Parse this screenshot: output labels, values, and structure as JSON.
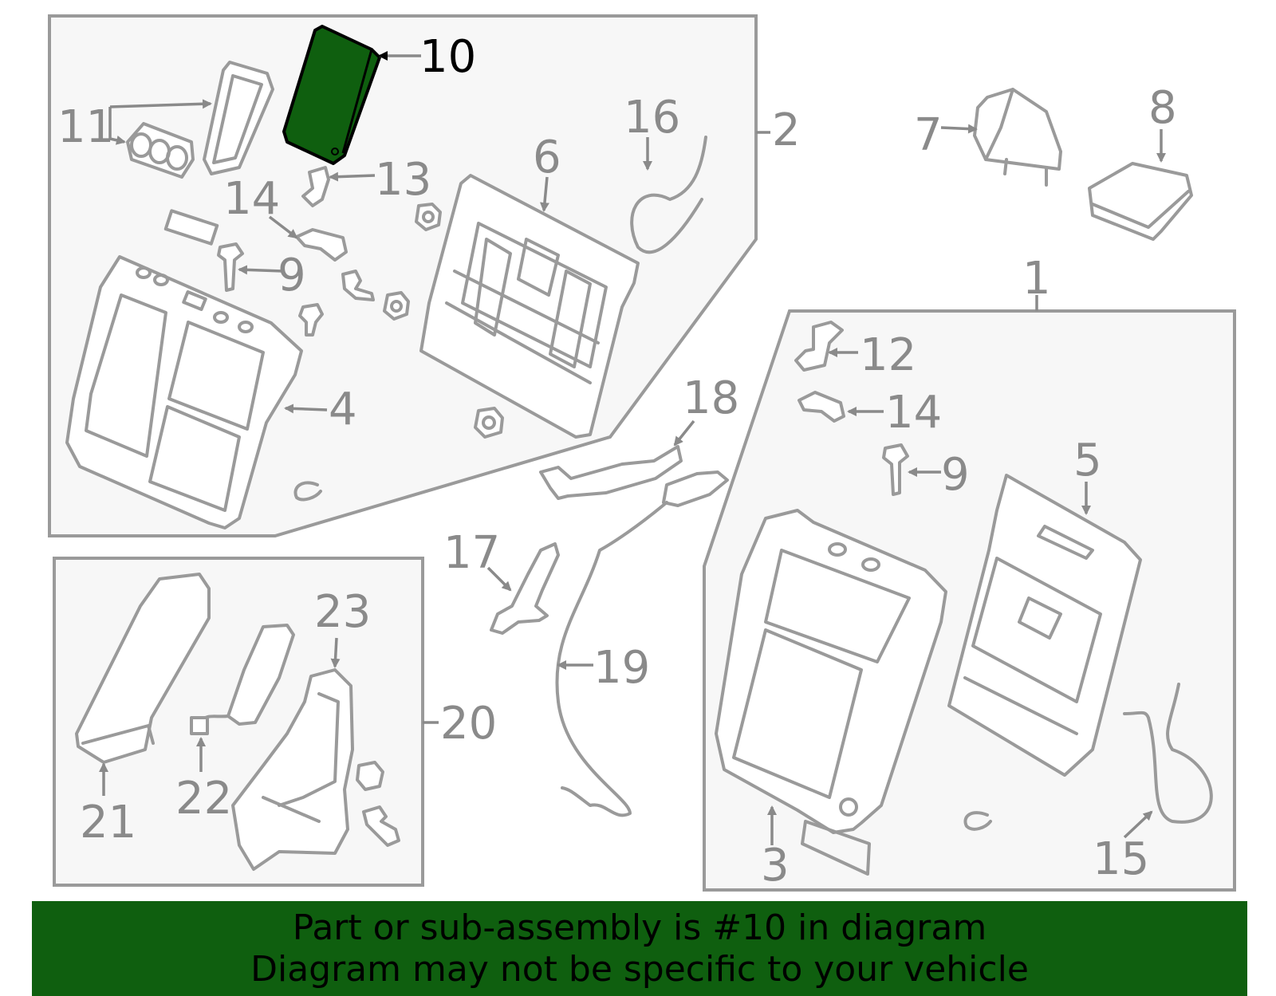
{
  "callouts": {
    "c1": "1",
    "c2": "2",
    "c3": "3",
    "c4": "4",
    "c5": "5",
    "c6": "6",
    "c7": "7",
    "c8": "8",
    "c9a": "9",
    "c9b": "9",
    "c10": "10",
    "c11": "11",
    "c12": "12",
    "c13": "13",
    "c14a": "14",
    "c14b": "14",
    "c15": "15",
    "c16": "16",
    "c17": "17",
    "c18": "18",
    "c19": "19",
    "c20": "20",
    "c21": "21",
    "c22": "22",
    "c23": "23"
  },
  "highlight": {
    "part_number": "10",
    "color": "#0f5f0f"
  },
  "banner": {
    "line1": "Part or sub-assembly is #10 in diagram",
    "line2": "Diagram may not be specific to your vehicle",
    "background": "#0f5f0f"
  }
}
